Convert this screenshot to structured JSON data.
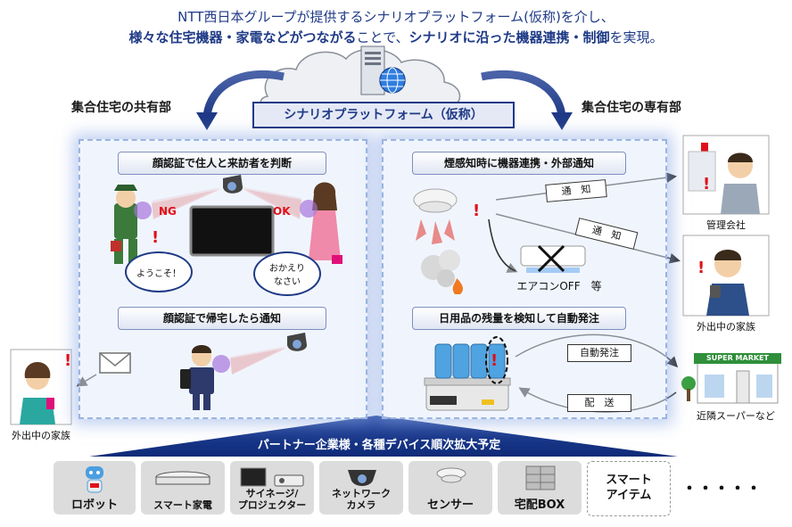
{
  "headline": {
    "line1": "NTT西日本グループが提供するシナリオプラットフォーム(仮称)を介し、",
    "line2_bold1": "様々な住宅機器・家電などがつながる",
    "line2_normal1": "ことで、",
    "line2_bold2": "シナリオに沿った機器連携・制御",
    "line2_normal2": "を実現。"
  },
  "platform": {
    "title": "シナリオプラットフォーム（仮称）"
  },
  "left_side": {
    "label": "集合住宅の共有部",
    "scenario1": {
      "title": "顔認証で住人と来訪者を判断",
      "ng": "NG",
      "ok": "OK",
      "bubble_welcome": "ようこそ！",
      "bubble_home_l1": "おかえり",
      "bubble_home_l2": "なさい"
    },
    "scenario2": {
      "title": "顔認証で帰宅したら通知"
    },
    "family_caption": "外出中の家族"
  },
  "right_side": {
    "label": "集合住宅の専有部",
    "scenario1": {
      "title": "煙感知時に機器連携・外部通知",
      "notify1": "通　知",
      "notify2": "通　知",
      "aircon_off": "エアコンOFF　等"
    },
    "scenario2": {
      "title": "日用品の残量を検知して自動発注",
      "auto_order": "自動発注",
      "delivery": "配　送",
      "supermarket_sign": "SUPER MARKET"
    },
    "management_caption": "管理会社",
    "family_caption": "外出中の家族",
    "supermarket_caption": "近隣スーパーなど"
  },
  "partners": {
    "banner": "パートナー企業様・各種デバイス順次拡大予定",
    "devices": [
      {
        "label": "ロボット"
      },
      {
        "label": "スマート家電"
      },
      {
        "label_l1": "サイネージ/",
        "label_l2": "プロジェクター"
      },
      {
        "label_l1": "ネットワーク",
        "label_l2": "カメラ"
      },
      {
        "label": "センサー"
      },
      {
        "label": "宅配BOX"
      },
      {
        "label_l1": "スマート",
        "label_l2": "アイテム"
      }
    ],
    "more": "・・・・・"
  },
  "colors": {
    "navy": "#1f3a86",
    "red": "#e0101a",
    "panel_border": "#9ab4e0"
  }
}
